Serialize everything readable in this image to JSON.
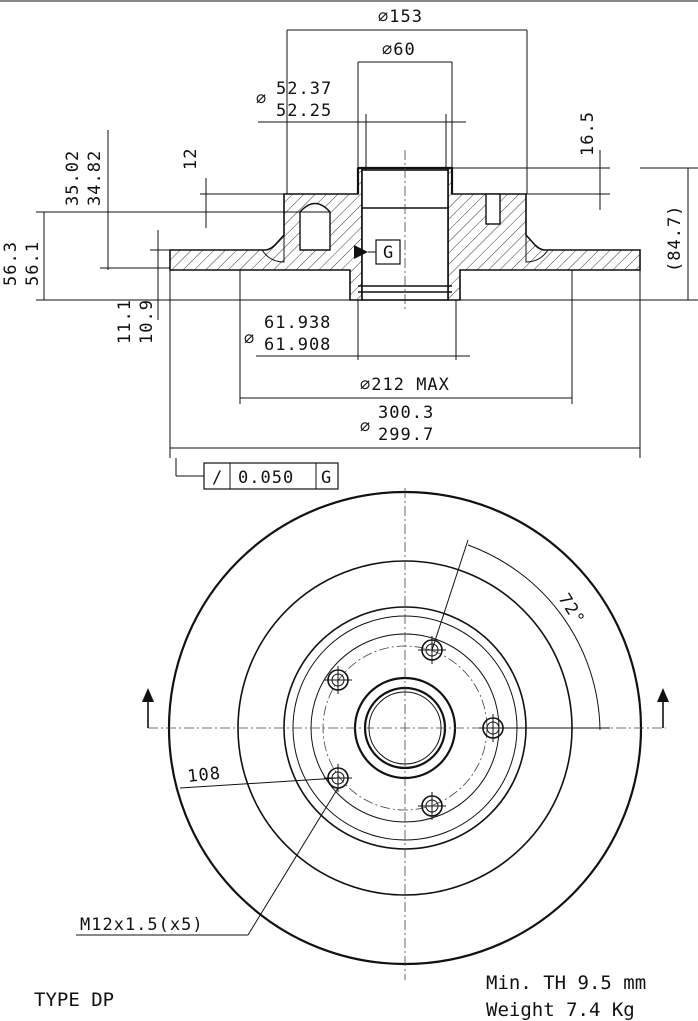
{
  "dimensions": {
    "outer_diameter": {
      "prefix": "⌀",
      "value": "153"
    },
    "hub_diameter": {
      "prefix": "⌀",
      "value": "60"
    },
    "center_bore": {
      "prefix": "⌀",
      "upper": "52.37",
      "lower": "52.25"
    },
    "hat_height": "16.5",
    "flange_thickness": "12",
    "height_a": {
      "upper": "35.02",
      "lower": "34.82"
    },
    "height_b": {
      "upper": "56.3",
      "lower": "56.1"
    },
    "height_c": {
      "upper": "11.1",
      "lower": "10.9"
    },
    "overall_height": "(84.7)",
    "bearing_seat": {
      "prefix": "⌀",
      "upper": "61.938",
      "lower": "61.908"
    },
    "inner_max": {
      "prefix": "⌀",
      "value": "212 MAX"
    },
    "disc_diameter": {
      "prefix": "⌀",
      "upper": "300.3",
      "lower": "299.7"
    },
    "datum": "G",
    "runout": {
      "symbol": "/",
      "value": "0.050",
      "datum": "G"
    },
    "pcd": "108",
    "bolt_angle": "72°",
    "thread": "M12x1.5(x5)"
  },
  "notes": {
    "type": "TYPE DP",
    "min_thickness": "Min. TH 9.5 mm",
    "weight": "Weight 7.4 Kg"
  }
}
